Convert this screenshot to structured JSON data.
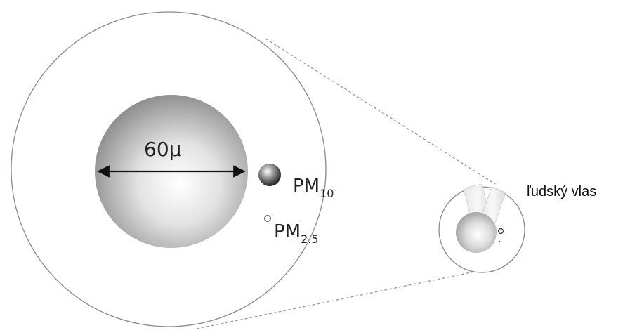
{
  "diagram": {
    "diameter_label": "60μ",
    "pm10": {
      "base": "PM",
      "sub": "10"
    },
    "pm25": {
      "base": "PM",
      "sub": "2.5"
    },
    "hair_label": "ľudský vlas"
  },
  "colors": {
    "outline": "#8a8a8a",
    "dashed": "#9a9a9a",
    "sphere_light": "#ffffff",
    "sphere_dark": "#8c8c8c",
    "text": "#222222"
  }
}
